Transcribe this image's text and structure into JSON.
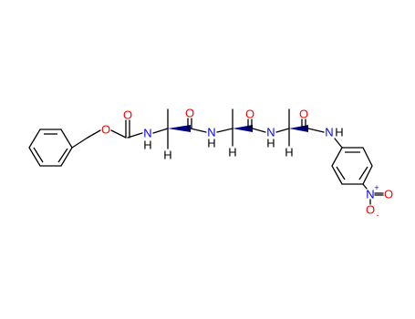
{
  "molecule": {
    "atoms": {
      "o_ester": "O",
      "o_carbonyl_1": "O",
      "n_1": "N",
      "h_n1": "H",
      "h_stereo_1": "H",
      "o_carbonyl_2": "O",
      "n_2": "N",
      "h_n2": "H",
      "h_stereo_2": "H",
      "o_carbonyl_3": "O",
      "n_3": "N",
      "h_n3": "H",
      "h_stereo_3": "H",
      "o_carbonyl_4": "O",
      "n_anilide": "N",
      "h_anilide": "H",
      "n_nitro": "N",
      "nitro_plus": "+",
      "o_nitro_top": "O",
      "o_nitro_bottom": "O",
      "nitro_minus": "-"
    },
    "colors": {
      "oxygen": "#ff0000",
      "nitrogen": "#0000ff",
      "hydrogen": "#000000",
      "wedge": "#000080",
      "bond": "#000000"
    }
  }
}
